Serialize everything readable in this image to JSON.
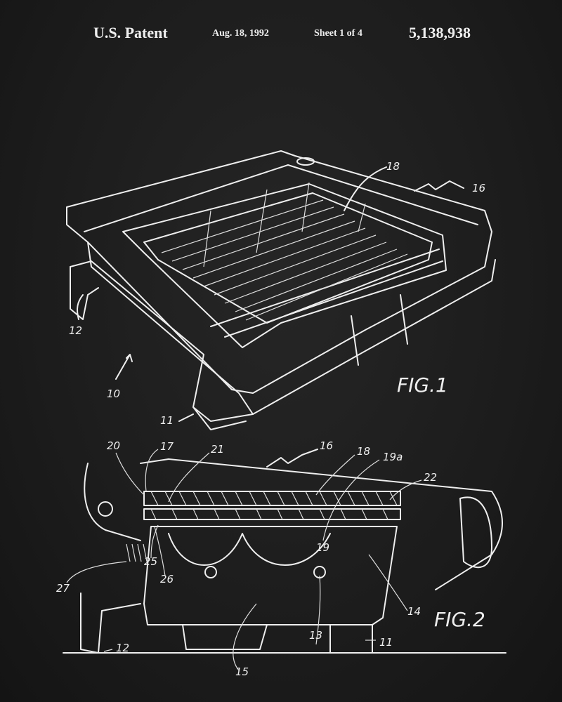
{
  "header": {
    "title": "U.S. Patent",
    "date": "Aug. 18, 1992",
    "sheet": "Sheet 1 of 4",
    "patent_number": "5,138,938"
  },
  "fig1": {
    "caption": "FIG.1",
    "labels": [
      "18",
      "16",
      "12",
      "10",
      "11"
    ]
  },
  "fig2": {
    "caption": "FIG.2",
    "labels": [
      "20",
      "17",
      "21",
      "16",
      "18",
      "19a",
      "22",
      "25",
      "26",
      "27",
      "19",
      "13",
      "14",
      "12",
      "11",
      "15"
    ]
  }
}
